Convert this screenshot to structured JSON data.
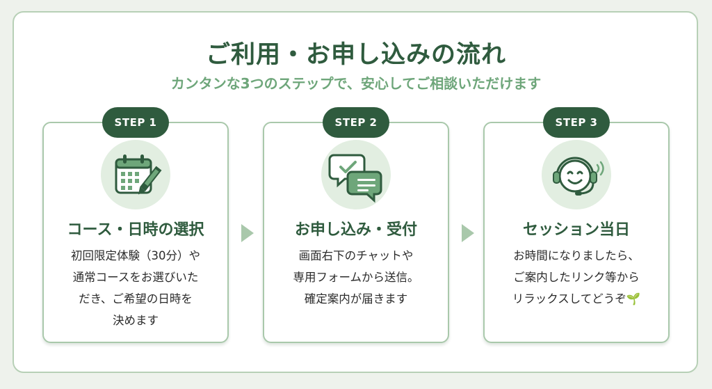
{
  "header": {
    "title": "ご利用・お申し込みの流れ",
    "subtitle": "カンタンな3つのステップで、安心してご相談いただけます"
  },
  "steps": [
    {
      "badge": "STEP 1",
      "icon": "calendar-pen-icon",
      "title": "コース・日時の選択",
      "lines": [
        "初回限定体験（30分）や",
        "通常コースをお選びいた",
        "だき、ご希望の日時を",
        "決めます"
      ]
    },
    {
      "badge": "STEP 2",
      "icon": "chat-bubbles-icon",
      "title": "お申し込み・受付",
      "lines": [
        "画面右下のチャットや",
        "専用フォームから送信。",
        "確定案内が届きます"
      ]
    },
    {
      "badge": "STEP 3",
      "icon": "smiling-headset-icon",
      "title": "セッション当日",
      "lines": [
        "お時間になりましたら、",
        "ご案内したリンク等から",
        "リラックスしてどうぞ🌱"
      ]
    }
  ],
  "colors": {
    "dark_green": "#2f5b3e",
    "light_green": "#6ea67a",
    "border_green": "#a9c8ab",
    "icon_bg": "#e2eee1"
  }
}
